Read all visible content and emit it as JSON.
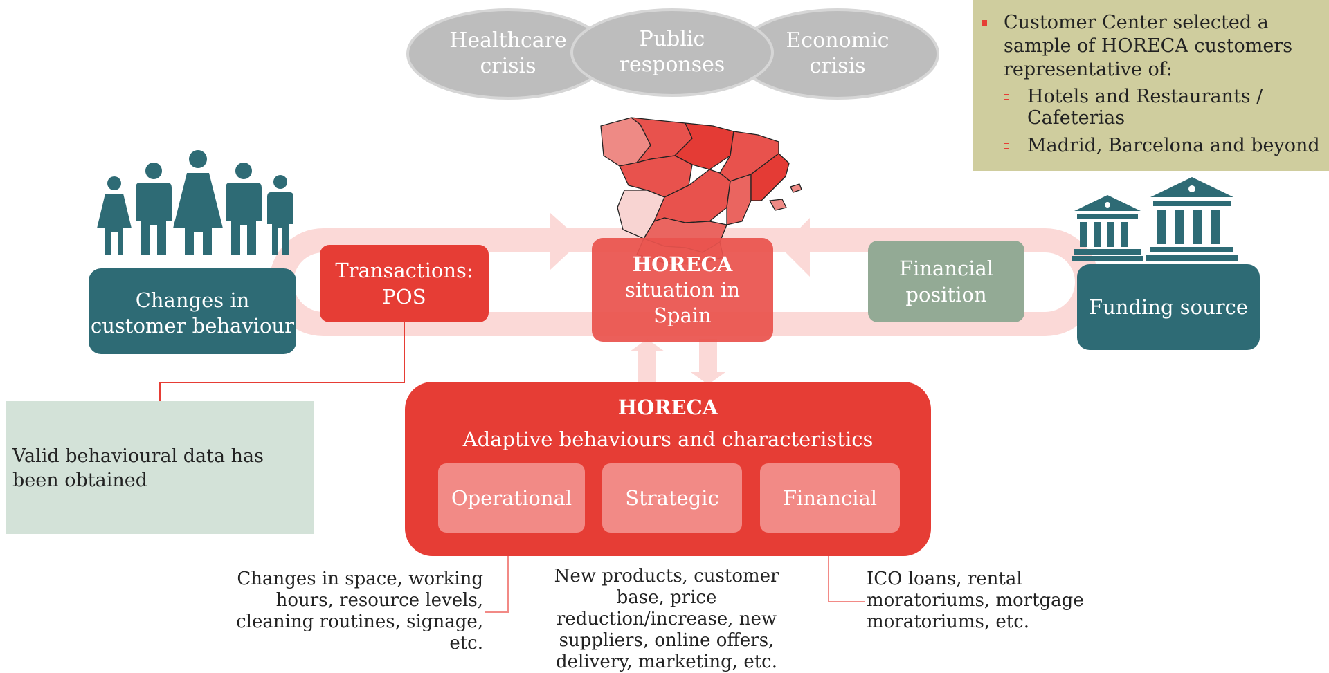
{
  "ellipses": {
    "healthcare": "Healthcare crisis",
    "public": "Public responses",
    "economic": "Economic crisis"
  },
  "sample_box": {
    "lead": "Customer Center selected a sample of HORECA customers representative of:",
    "items": [
      "Hotels and Restaurants / Cafeterias",
      "Madrid, Barcelona and beyond"
    ]
  },
  "boxes": {
    "changes": "Changes in customer behaviour",
    "pos": "Transactions: POS",
    "situation_bold": "HORECA",
    "situation_rest": "situation in Spain",
    "financial_position": "Financial position",
    "funding": "Funding source"
  },
  "valid_box": "Valid behavioural data has been obtained",
  "horeca": {
    "title": "HORECA",
    "subtitle": "Adaptive behaviours and characteristics",
    "operational": "Operational",
    "strategic": "Strategic",
    "financial": "Financial"
  },
  "notes": {
    "operational": "Changes in space, working hours, resource levels, cleaning routines, signage, etc.",
    "strategic": "New products, customer base, price reduction/increase, new suppliers, online offers, delivery, marketing, etc.",
    "financial": "ICO loans, rental moratoriums, mortgage moratoriums, etc."
  },
  "colors": {
    "teal": "#2e6b75",
    "red": "#e63d35",
    "light_red": "#f28a86",
    "sage": "#93aa95",
    "mint": "#d3e2d8",
    "khaki": "#cfcd9e",
    "grey": "#bdbdbd",
    "flow_pink": "#fbd9d7"
  }
}
